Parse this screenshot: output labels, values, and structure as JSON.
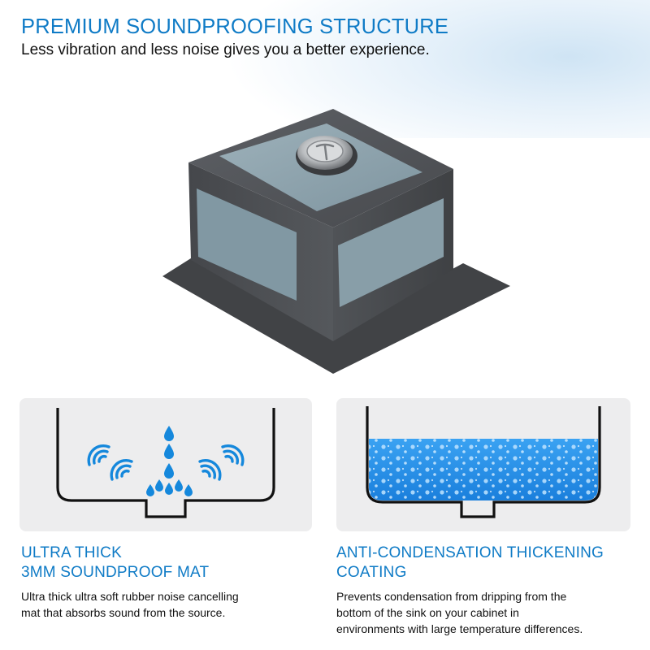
{
  "header": {
    "title": "PREMIUM SOUNDPROOFING STRUCTURE",
    "subtitle": "Less vibration and less noise gives you a better experience."
  },
  "features": [
    {
      "title_lines": [
        "ULTRA THICK",
        "3MM SOUNDPROOF MAT"
      ],
      "description_lines": [
        "Ultra thick ultra soft rubber noise cancelling",
        "mat that absorbs sound from the source."
      ],
      "icon": "sound-wave-water-drop-icon"
    },
    {
      "title_lines": [
        "ANTI-CONDENSATION THICKENING",
        "COATING"
      ],
      "description_lines": [
        "Prevents condensation from dripping from the",
        "bottom of the sink on your cabinet in",
        "environments with large temperature differences."
      ],
      "icon": "water-filled-sink-icon"
    }
  ],
  "colors": {
    "accent": "#0f7bc6",
    "sink_body": "#4a4c50",
    "mat": "#8fa4ae",
    "water": "#2a8fe8"
  }
}
